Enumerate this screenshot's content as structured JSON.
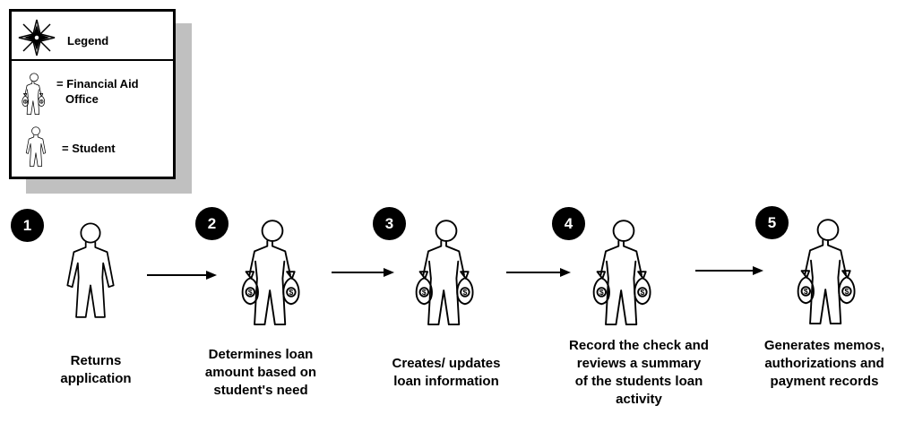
{
  "legend": {
    "title": "Legend",
    "compass_icon": "compass-rose-icon",
    "items": [
      {
        "icon": "financial-aid-office-person-icon",
        "label_line1": "= Financial Aid",
        "label_line2": "Office"
      },
      {
        "icon": "student-person-icon",
        "label_line1": "= Student"
      }
    ]
  },
  "steps": [
    {
      "number": "1",
      "actor_icon": "student-person-icon",
      "caption": [
        "Returns",
        "application"
      ]
    },
    {
      "number": "2",
      "actor_icon": "financial-aid-office-person-icon",
      "caption": [
        "Determines loan",
        "amount based on",
        "student's need"
      ]
    },
    {
      "number": "3",
      "actor_icon": "financial-aid-office-person-icon",
      "caption": [
        "Creates/ updates",
        "loan information"
      ]
    },
    {
      "number": "4",
      "actor_icon": "financial-aid-office-person-icon",
      "caption": [
        "Record the check and",
        "reviews a summary",
        "of the students loan",
        "activity"
      ]
    },
    {
      "number": "5",
      "actor_icon": "financial-aid-office-person-icon",
      "caption": [
        "Generates memos,",
        "authorizations and",
        "payment records"
      ]
    }
  ],
  "colors": {
    "badge": "#000000",
    "shadow": "#c0c0c0",
    "line": "#000000"
  }
}
